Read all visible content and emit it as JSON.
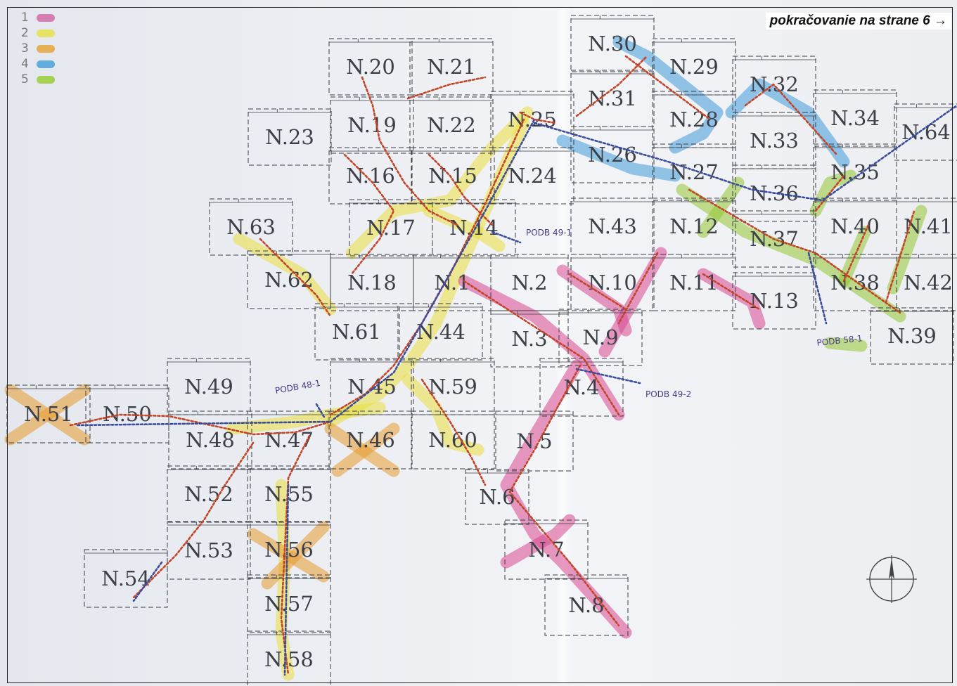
{
  "note": "pokračovanie na strane 6 →",
  "legend": [
    {
      "label": "1",
      "color": "#d46aa6"
    },
    {
      "label": "2",
      "color": "#e8e24c"
    },
    {
      "label": "3",
      "color": "#e7a43a"
    },
    {
      "label": "4",
      "color": "#4aa3d9"
    },
    {
      "label": "5",
      "color": "#9ccc3a"
    }
  ],
  "sheets": [
    "N.1",
    "N.2",
    "N.3",
    "N.4",
    "N.5",
    "N.6",
    "N.7",
    "N.8",
    "N.9",
    "N.10",
    "N.11",
    "N.12",
    "N.13",
    "N.15",
    "N.16",
    "N.17",
    "N.18",
    "N.19",
    "N.20",
    "N.21",
    "N.22",
    "N.23",
    "N.24",
    "N.25",
    "N.26",
    "N.27",
    "N.28",
    "N.29",
    "N.30",
    "N.31",
    "N.32",
    "N.33",
    "N.34",
    "N.35",
    "N.36",
    "N.37",
    "N.38",
    "N.39",
    "N.40",
    "N.41",
    "N.42",
    "N.43",
    "N.44",
    "N.45",
    "N.46",
    "N.47",
    "N.48",
    "N.49",
    "N.50",
    "N.51",
    "N.52",
    "N.53",
    "N.54",
    "N.55",
    "N.56",
    "N.57",
    "N.58",
    "N.59",
    "N.60",
    "N.61",
    "N.62",
    "N.63",
    "N.64",
    "N.14"
  ],
  "annotations": [
    "PODB 49-2",
    "PODB 49-1",
    "PODB 48-1",
    "PODB 58-1"
  ],
  "route_colors": {
    "pink": "#d9478f",
    "yellow": "#e9df3c",
    "orange": "#e79a2c",
    "blue": "#3f9bd8",
    "green": "#93c731",
    "marks": "#c2452a",
    "cable": "#3b4d9a"
  }
}
